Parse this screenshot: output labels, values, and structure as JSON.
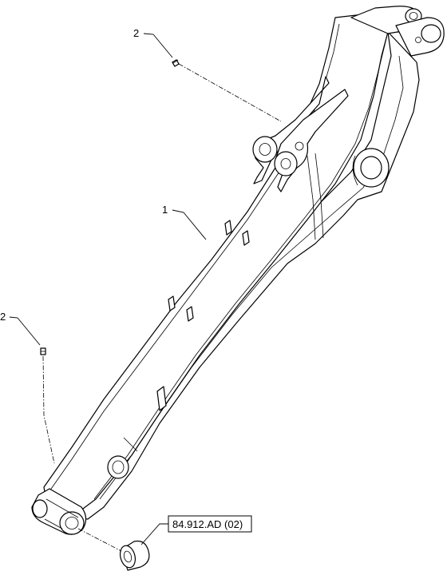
{
  "callouts": {
    "boom_arm": "1",
    "grease_fitting_top": "2",
    "grease_fitting_left": "2"
  },
  "reference": {
    "label": "84.912.AD (02)"
  }
}
